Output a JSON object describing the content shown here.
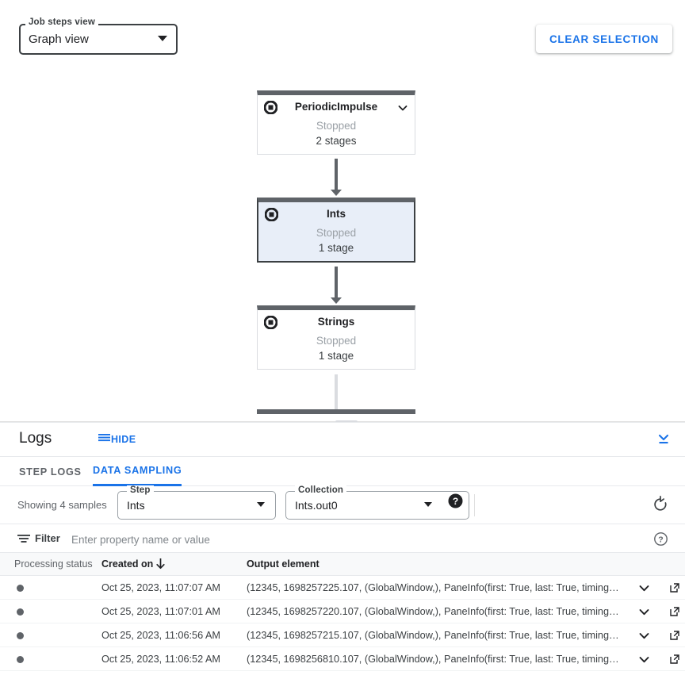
{
  "graph": {
    "view_select": {
      "legend": "Job steps view",
      "value": "Graph view",
      "arrow_icon": "chevron-down-icon"
    },
    "clear_selection_label": "CLEAR SELECTION",
    "nodes": [
      {
        "title": "PeriodicImpulse",
        "status": "Stopped",
        "stages": "2 stages",
        "selected": false,
        "has_chevron": true,
        "stop_icon": "stop-icon"
      },
      {
        "title": "Ints",
        "status": "Stopped",
        "stages": "1 stage",
        "selected": true,
        "has_chevron": false,
        "stop_icon": "stop-icon"
      },
      {
        "title": "Strings",
        "status": "Stopped",
        "stages": "1 stage",
        "selected": false,
        "has_chevron": false,
        "stop_icon": "stop-icon"
      }
    ]
  },
  "logs": {
    "title": "Logs",
    "hide_label": "HIDE",
    "hide_icon": "menu-lines-icon",
    "collapse_icon": "collapse-panel-icon",
    "tabs": [
      {
        "label": "STEP LOGS",
        "active": false
      },
      {
        "label": "DATA SAMPLING",
        "active": true
      }
    ]
  },
  "sampling": {
    "showing_text": "Showing 4 samples",
    "step_select": {
      "legend": "Step",
      "value": "Ints"
    },
    "collection_select": {
      "legend": "Collection",
      "value": "Ints.out0"
    },
    "help_icon": "help-icon",
    "refresh_icon": "refresh-icon"
  },
  "filter": {
    "icon": "filter-icon",
    "label": "Filter",
    "placeholder": "Enter property name or value",
    "value": "",
    "help_icon": "help-outline-icon"
  },
  "table": {
    "columns": [
      "Processing status",
      "Created on",
      "Output element"
    ],
    "sort_icon": "arrow-downward-icon",
    "rows": [
      {
        "status_dot": "status-dot",
        "created": "Oct 25, 2023, 11:07:07 AM",
        "output": "(12345, 1698257225.107, (GlobalWindow,), PaneInfo(first: True, last: True, timing…",
        "expand_icon": "chevron-down-icon",
        "open_icon": "open-in-new-icon"
      },
      {
        "status_dot": "status-dot",
        "created": "Oct 25, 2023, 11:07:01 AM",
        "output": "(12345, 1698257220.107, (GlobalWindow,), PaneInfo(first: True, last: True, timing…",
        "expand_icon": "chevron-down-icon",
        "open_icon": "open-in-new-icon"
      },
      {
        "status_dot": "status-dot",
        "created": "Oct 25, 2023, 11:06:56 AM",
        "output": "(12345, 1698257215.107, (GlobalWindow,), PaneInfo(first: True, last: True, timing…",
        "expand_icon": "chevron-down-icon",
        "open_icon": "open-in-new-icon"
      },
      {
        "status_dot": "status-dot",
        "created": "Oct 25, 2023, 11:06:52 AM",
        "output": "(12345, 1698256810.107, (GlobalWindow,), PaneInfo(first: True, last: True, timing…",
        "expand_icon": "chevron-down-icon",
        "open_icon": "open-in-new-icon"
      }
    ]
  },
  "colors": {
    "accent_blue": "#1a73e8",
    "node_bar": "#5f6368",
    "node_selected_bg": "#e8eef8",
    "text_primary": "#202124",
    "text_secondary": "#5f6368",
    "muted": "#9aa0a6"
  }
}
